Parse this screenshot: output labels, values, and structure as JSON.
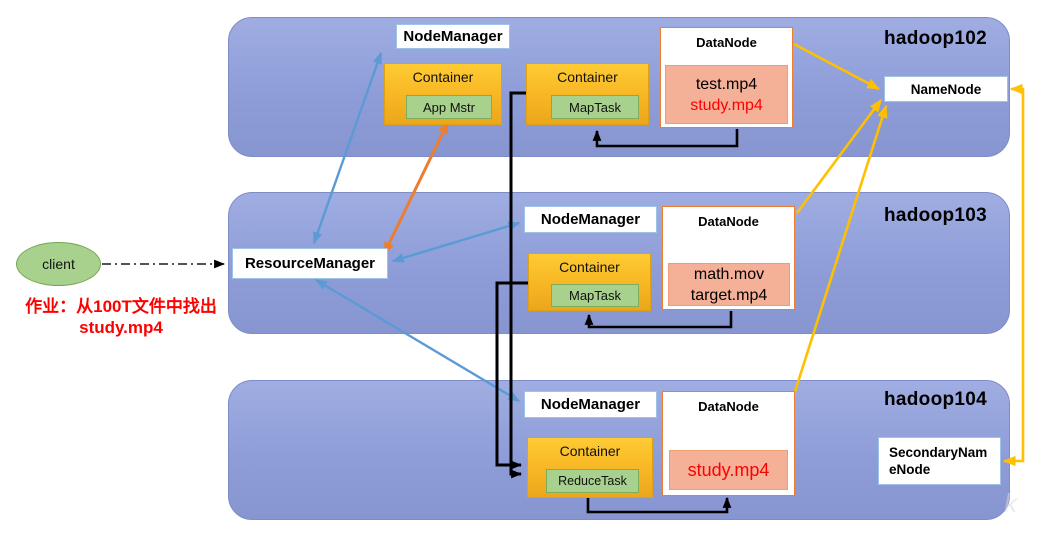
{
  "client": {
    "label": "client"
  },
  "job_annotation": {
    "line1": "作业：从100T文件中找出",
    "line2": "study.mp4"
  },
  "resource_manager": {
    "label": "ResourceManager"
  },
  "name_node": {
    "label": "NameNode"
  },
  "secondary_name_node": {
    "label": "SecondaryNameNode"
  },
  "nodes": [
    {
      "label": "hadoop102",
      "node_manager": "NodeManager",
      "app_container": {
        "label": "Container",
        "task": "App Mstr"
      },
      "map_container": {
        "label": "Container",
        "task": "MapTask"
      },
      "data_node": {
        "label": "DataNode",
        "files": [
          {
            "name": "test.mp4",
            "color": "black"
          },
          {
            "name": "study.mp4",
            "color": "red"
          }
        ]
      }
    },
    {
      "label": "hadoop103",
      "node_manager": "NodeManager",
      "map_container": {
        "label": "Container",
        "task": "MapTask"
      },
      "data_node": {
        "label": "DataNode",
        "files": [
          {
            "name": "math.mov",
            "color": "black"
          },
          {
            "name": "target.mp4",
            "color": "black"
          }
        ]
      }
    },
    {
      "label": "hadoop104",
      "node_manager": "NodeManager",
      "reduce_container": {
        "label": "Container",
        "task": "ReduceTask"
      },
      "data_node": {
        "label": "DataNode",
        "files": [
          {
            "name": "study.mp4",
            "color": "red"
          }
        ]
      }
    }
  ],
  "colors": {
    "node_rect_blue": "#8E9DD8",
    "container_orange": "#F7B623",
    "task_green": "#A9D18E",
    "salmon_file_area": "#F5B098",
    "datanode_border": "#ED7D31",
    "arrow_blue": "#5B9BD5",
    "arrow_orange": "#ED7D31",
    "arrow_yellow": "#FFC000",
    "arrow_black": "#000000",
    "highlight_red": "#FF0000"
  }
}
